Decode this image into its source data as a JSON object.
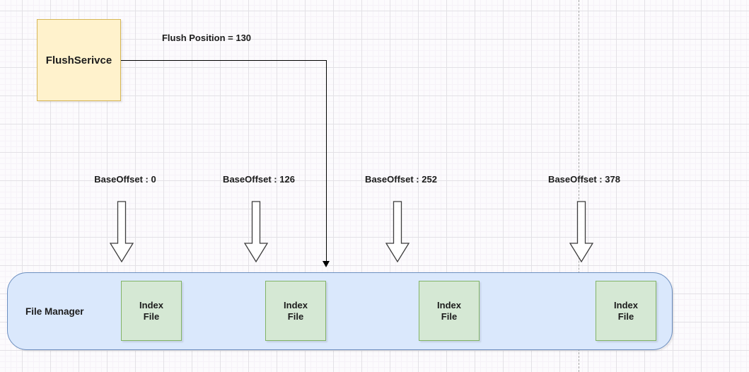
{
  "nodes": {
    "flush_service": "FlushSerivce",
    "file_manager": "File Manager"
  },
  "connector": {
    "label": "Flush Position = 130"
  },
  "base_offsets": [
    {
      "label": "BaseOffset : 0",
      "value": 0
    },
    {
      "label": "BaseOffset : 126",
      "value": 126
    },
    {
      "label": "BaseOffset : 252",
      "value": 252
    },
    {
      "label": "BaseOffset : 378",
      "value": 378
    }
  ],
  "index_files": [
    {
      "label": "Index\nFile"
    },
    {
      "label": "Index\nFile"
    },
    {
      "label": "Index\nFile"
    },
    {
      "label": "Index\nFile"
    }
  ],
  "colors": {
    "canvas_bg": "#fcfbfd",
    "grid_major": "#e3e1e6",
    "grid_minor": "#f6f2f8",
    "flush_fill": "#FFF2CC",
    "flush_border": "#D6B656",
    "fm_fill": "#DAE8FC",
    "fm_border": "#6C8EBF",
    "idx_fill": "#D5E8D4",
    "idx_border": "#82B366",
    "connector": "#000000",
    "divider": "#a6a6a6",
    "text": "#1c1c1c"
  }
}
